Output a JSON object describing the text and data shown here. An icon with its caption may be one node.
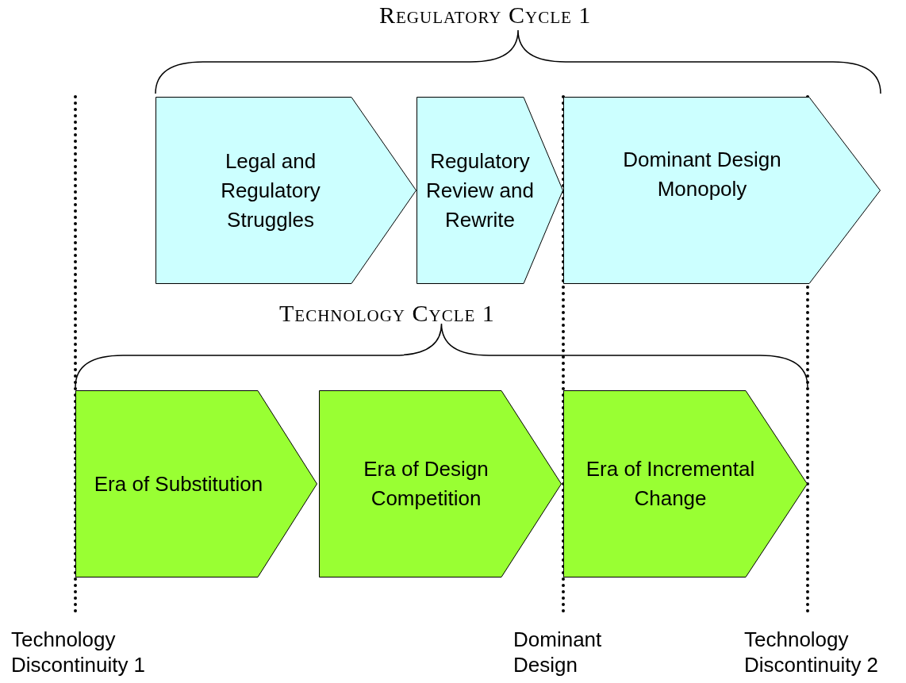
{
  "diagram": {
    "nodes": [
      {
        "text": [
          "Legal and Regulatory Struggles"
        ]
      },
      {
        "text": [
          "Regulatory Review and Rewrite"
        ]
      },
      {
        "text": [
          "Dominant Design Monopoly"
        ]
      },
      {
        "text": [
          "Era of Substitution"
        ]
      },
      {
        "text": [
          "Era of Design Competition"
        ]
      },
      {
        "text": [
          "Era of Incremental Change"
        ]
      }
    ],
    "labels": [
      "Regulatory Cycle 1",
      "Technology Cycle 1",
      "Technology Discontinuity 1",
      "Dominant Design",
      "Technology Discontinuity 2"
    ]
  }
}
